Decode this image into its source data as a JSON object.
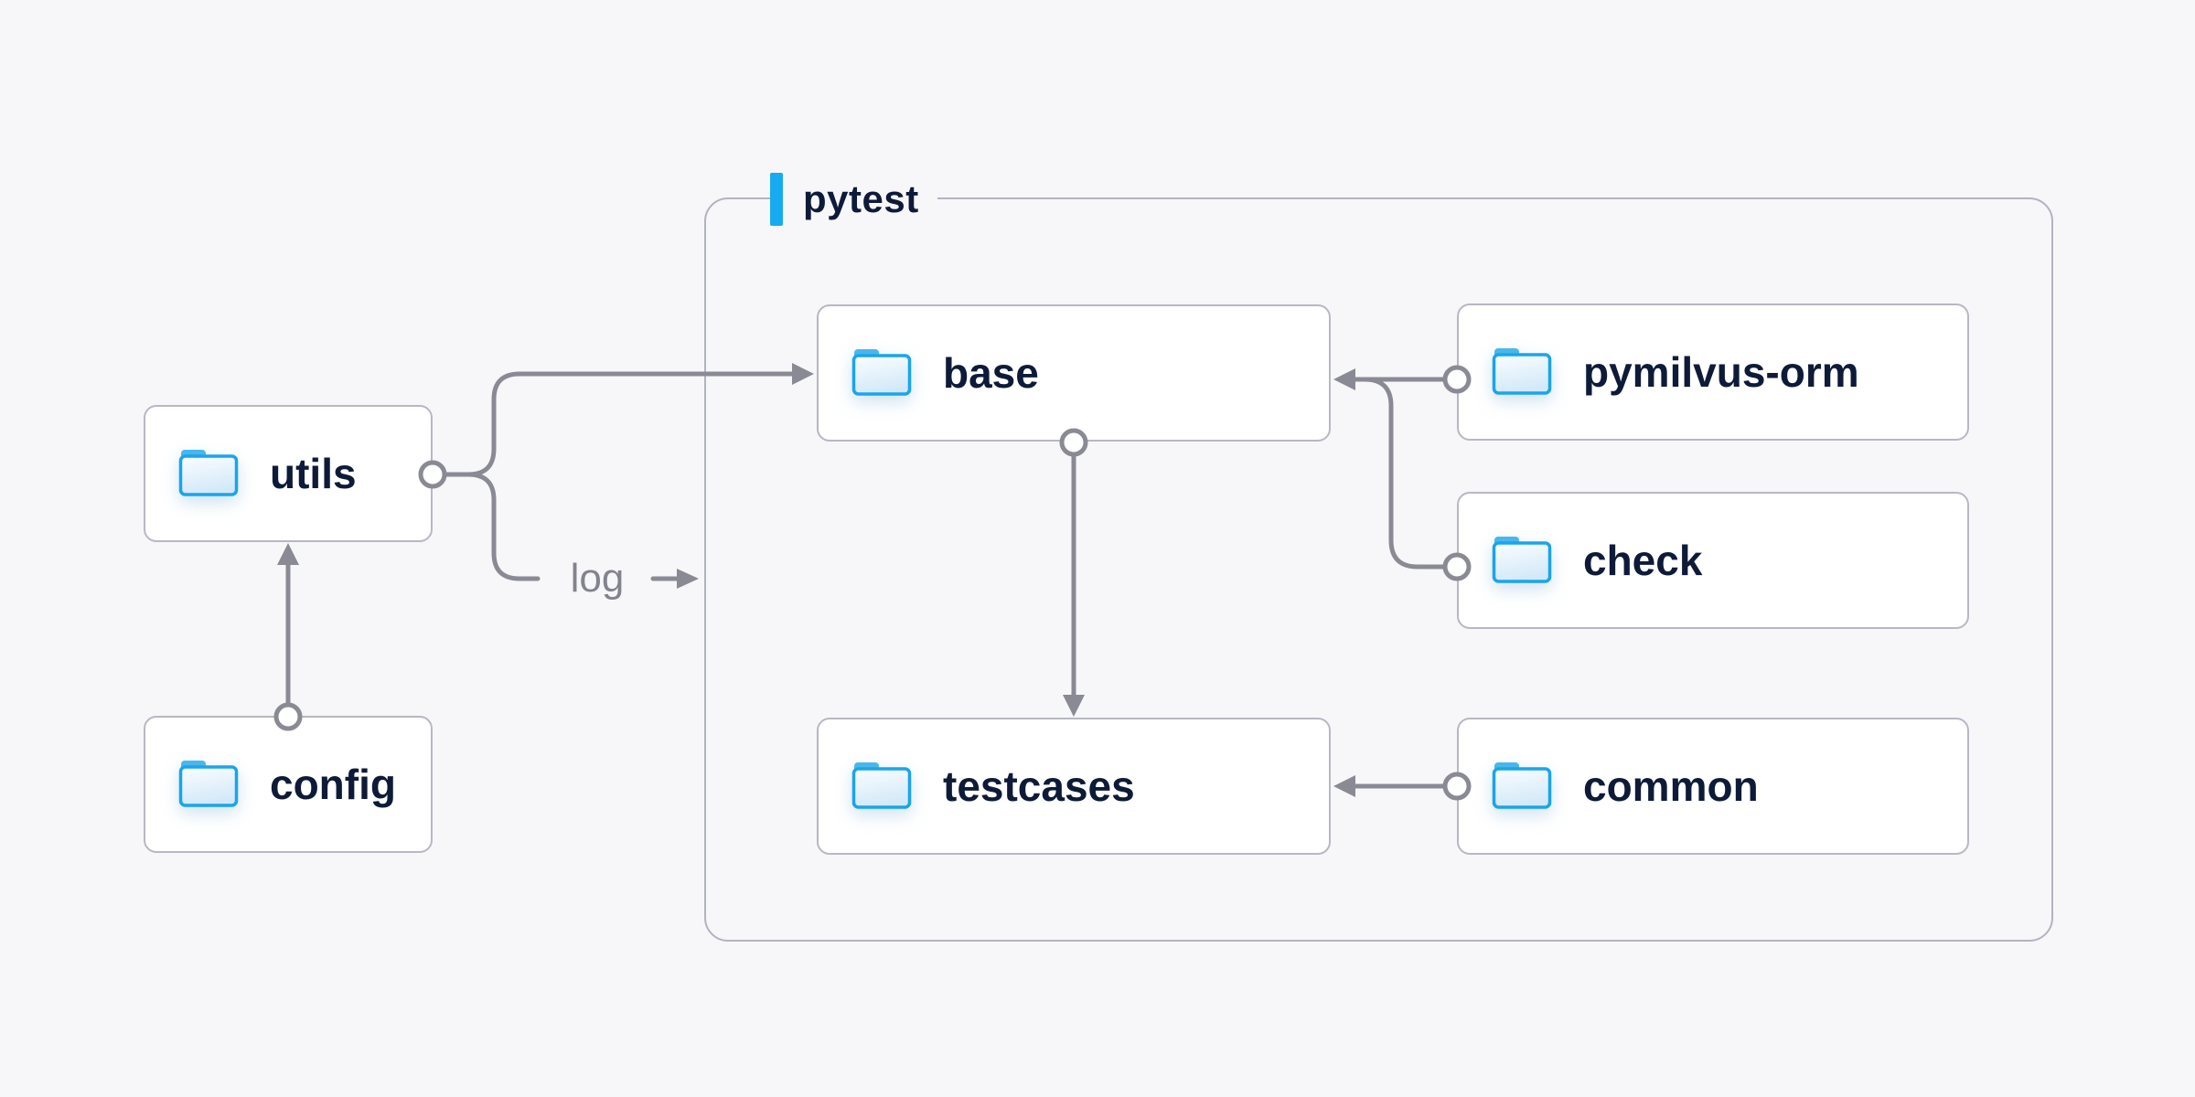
{
  "page": {
    "background": "#f7f7f9"
  },
  "diagram": {
    "group": {
      "label": "pytest",
      "accent_color": "#18aaf0"
    },
    "nodes": [
      {
        "id": "utils",
        "label": "utils",
        "icon": "folder-icon"
      },
      {
        "id": "config",
        "label": "config",
        "icon": "folder-icon"
      },
      {
        "id": "base",
        "label": "base",
        "icon": "folder-icon"
      },
      {
        "id": "testcases",
        "label": "testcases",
        "icon": "folder-icon"
      },
      {
        "id": "pymilvus-orm",
        "label": "pymilvus-orm",
        "icon": "folder-icon"
      },
      {
        "id": "check",
        "label": "check",
        "icon": "folder-icon"
      },
      {
        "id": "common",
        "label": "common",
        "icon": "folder-icon"
      }
    ],
    "edges": [
      {
        "from": "config",
        "to": "utils"
      },
      {
        "from": "utils",
        "to": "base"
      },
      {
        "from": "utils",
        "to": "pytest-group",
        "label": "log"
      },
      {
        "from": "base",
        "to": "testcases"
      },
      {
        "from": "pymilvus-orm",
        "to": "base"
      },
      {
        "from": "check",
        "to": "base"
      },
      {
        "from": "common",
        "to": "testcases"
      }
    ],
    "colors": {
      "node_background": "#ffffff",
      "node_border": "#b7b8c4",
      "group_border": "#b2b3c2",
      "connector": "#8a8a95",
      "node_text": "#0e1b38",
      "edge_label_text": "#83838e",
      "folder_outline": "#19a5ec",
      "folder_tab": "#48b7ec",
      "folder_fill_light": "#fafdff",
      "folder_fill_dark": "#d3e9f8"
    }
  }
}
